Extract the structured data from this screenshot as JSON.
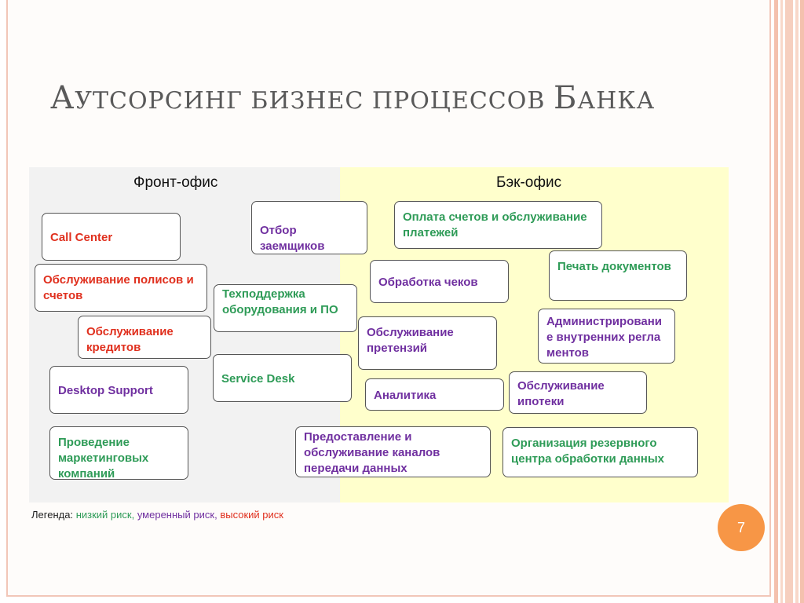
{
  "title": {
    "first": "А",
    "rest_upper": "УТСОРСИНГ БИЗНЕС ПРОЦЕССОВ ",
    "second": "Б",
    "rest_upper2": "АНКА"
  },
  "sections": {
    "front": "Фронт-офис",
    "back": "Бэк-офис"
  },
  "risk_colors": {
    "low": "#2e9b57",
    "moderate": "#7030a0",
    "high": "#e0301e"
  },
  "processes": [
    {
      "text": "Call Center",
      "risk": "high"
    },
    {
      "text": "Обслуживание полисов и счетов",
      "risk": "high"
    },
    {
      "text": "Обслуживание кредитов",
      "risk": "high"
    },
    {
      "text": "Desktop Support",
      "risk": "moderate"
    },
    {
      "text": "Проведение маркетинговых компаний",
      "risk": "low"
    },
    {
      "text": "Отбор заемщиков",
      "risk": "moderate"
    },
    {
      "text": "Техподдержка оборудования и ПО",
      "risk": "low"
    },
    {
      "text": "Service Desk",
      "risk": "low"
    },
    {
      "text": "Оплата счетов и обслуживание платежей",
      "risk": "low"
    },
    {
      "text": "Обработка чеков",
      "risk": "moderate"
    },
    {
      "text": "Печать документов",
      "risk": "low"
    },
    {
      "text": "Администрирование внутренних регламентов",
      "risk": "moderate"
    },
    {
      "text": "Обслуживание претензий",
      "risk": "moderate"
    },
    {
      "text": "Аналитика",
      "risk": "moderate"
    },
    {
      "text": "Обслуживание ипотеки",
      "risk": "moderate"
    },
    {
      "text": "Предоставление и обслуживание каналов передачи данных",
      "risk": "moderate"
    },
    {
      "text": "Организация резервного центра обработки данных",
      "risk": "low"
    }
  ],
  "legend": {
    "label": "Легенда:",
    "low": "низкий риск,",
    "moderate": "умеренный риск,",
    "high": "высокий риск"
  },
  "page_number": "7"
}
